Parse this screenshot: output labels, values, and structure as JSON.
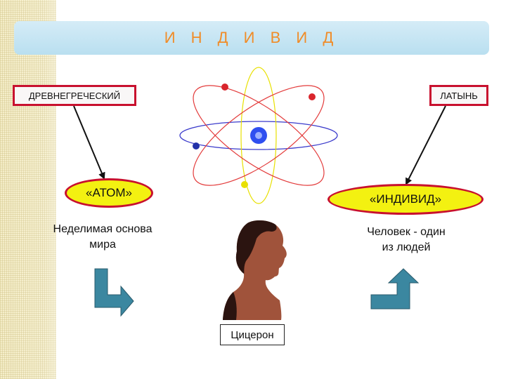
{
  "title": "И Н Д И В И Д",
  "left": {
    "label": "ДРЕВНЕГРЕЧЕСКИЙ",
    "term": "«АТОМ»",
    "description": "Неделимая основа\nмира",
    "arrow_icon": "bent-arrow-right-icon"
  },
  "right": {
    "label": "ЛАТЫНЬ",
    "term": "«ИНДИВИД»",
    "description": "Человек - один\nиз людей",
    "arrow_icon": "bent-arrow-up-icon"
  },
  "center": {
    "image": "atom-icon",
    "portrait": "cicero-silhouette",
    "name": "Цицерон"
  },
  "colors": {
    "title": "#f08c28",
    "title_bar": "#bfe2f2",
    "border": "#c8102e",
    "pill_fill": "#f3f111",
    "arrow_fill": "#3b87a0",
    "portrait": "#a0533b"
  }
}
